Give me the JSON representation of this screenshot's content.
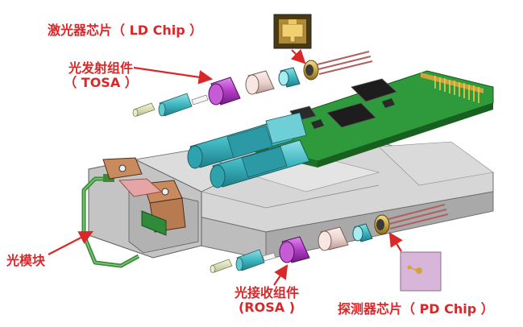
{
  "labels": {
    "ld_chip": "激光器芯片（ LD Chip ）",
    "tosa_line1": "光发射组件",
    "tosa_line2": "（ TOSA ）",
    "module": "光模块",
    "rosa_line1": "光接收组件",
    "rosa_line2": "(ROSA )",
    "pd_chip": "探测器芯片（ PD Chip ）"
  },
  "colors": {
    "label_red": "#d8282a",
    "pcb_green": "#2f9a3c",
    "housing_gray": "#c9c9c9",
    "optical_cyan": "#3fb6c0",
    "isolator_magenta": "#b43cc8",
    "lens_pink": "#edd4d0"
  }
}
